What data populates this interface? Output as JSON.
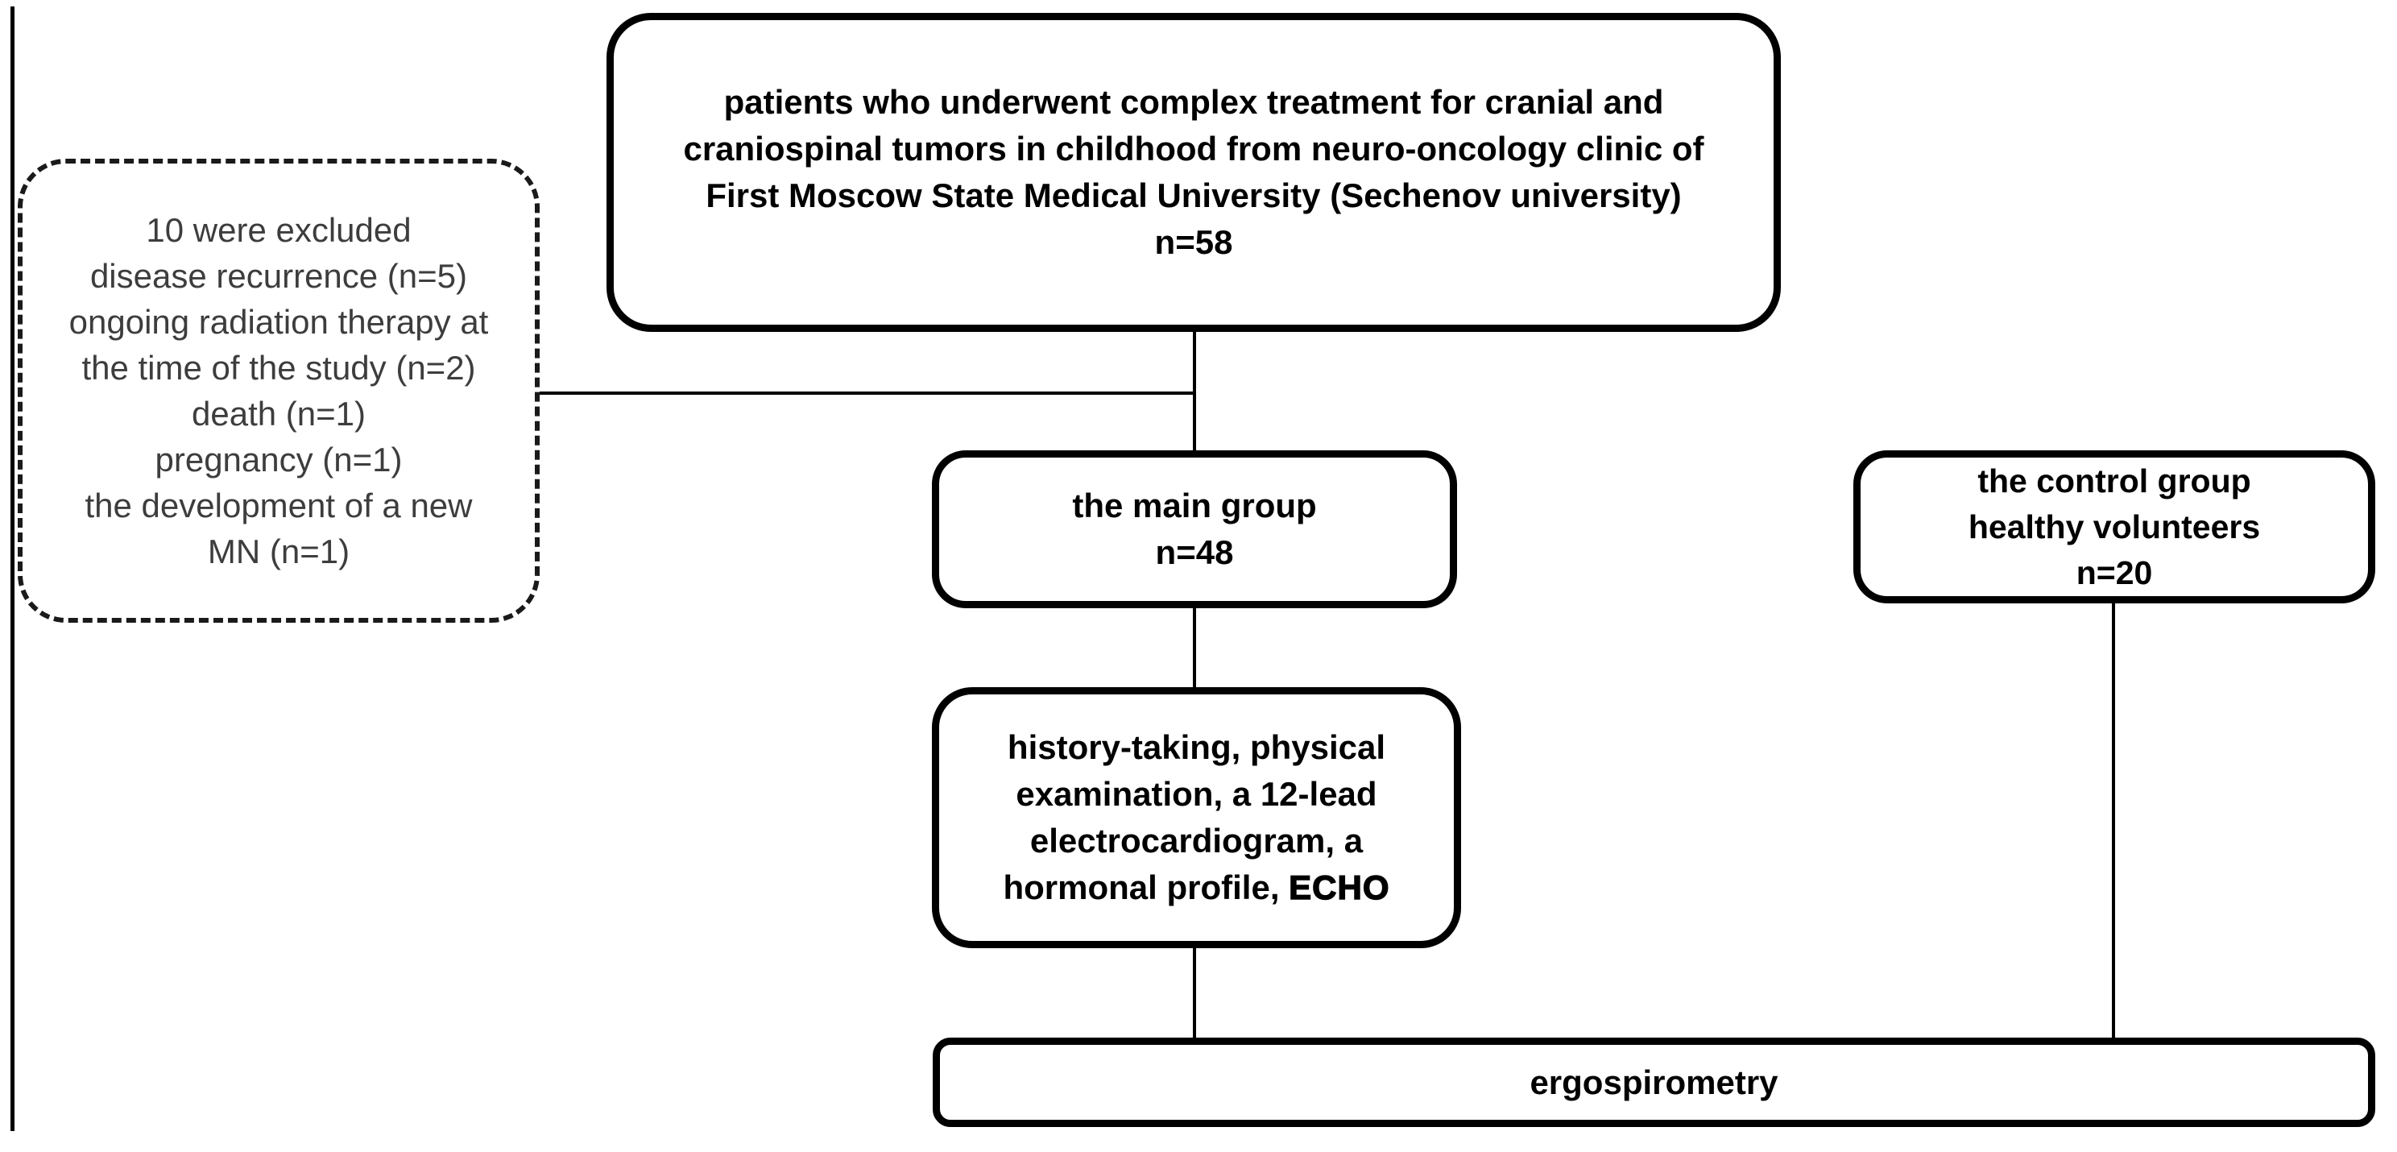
{
  "colors": {
    "background": "#ffffff",
    "box_border": "#000000",
    "box_text": "#000000",
    "excluded_box_border": "#1a1a1a",
    "excluded_box_text": "#3d3d3d",
    "connector_line": "#000000"
  },
  "flowchart": {
    "boxes": {
      "source": {
        "text": "patients who underwent complex treatment for cranial and\ncraniospinal tumors in childhood from neuro-oncology clinic of\nFirst Moscow State Medical University (Sechenov university)\nn=58"
      },
      "excluded": {
        "text": "10 were excluded\ndisease recurrence (n=5)\nongoing radiation therapy at\nthe time of the study (n=2)\ndeath (n=1)\npregnancy (n=1)\nthe development of a new\nMN (n=1)"
      },
      "main_group": {
        "text": "the main group\nn=48"
      },
      "control_group": {
        "text": "the control group\nhealthy volunteers\nn=20"
      },
      "assessment": {
        "text": "history-taking, physical\nexamination, a 12-lead\nelectrocardiogram, a\nhormonal profile, ",
        "emphasis": "ECHO"
      },
      "ergospirometry": {
        "text": "ergospirometry"
      }
    }
  }
}
